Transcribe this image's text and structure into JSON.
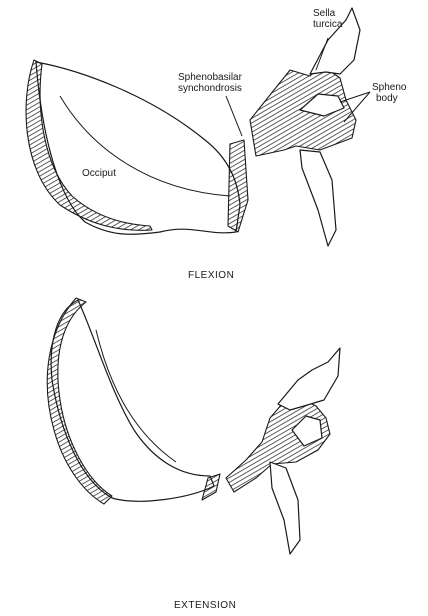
{
  "labels": {
    "sella_turcica": [
      "Sella",
      "turcica"
    ],
    "sphenobasilar_synchondrosis": [
      "Sphenobasilar",
      "synchondrosis"
    ],
    "spheno_body": [
      "Spheno",
      "body"
    ],
    "occiput": "Occiput"
  },
  "captions": {
    "flexion": "FLEXION",
    "extension": "EXTENSION"
  }
}
